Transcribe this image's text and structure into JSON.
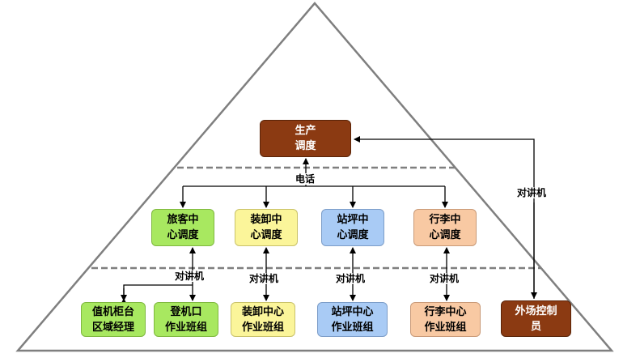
{
  "top": {
    "dispatch_line1": "生产",
    "dispatch_line2": "调度"
  },
  "middle": {
    "passenger": {
      "line1": "旅客中",
      "line2": "心调度"
    },
    "loading": {
      "line1": "装卸中",
      "line2": "心调度"
    },
    "apron": {
      "line1": "站坪中",
      "line2": "心调度"
    },
    "baggage": {
      "line1": "行李中",
      "line2": "心调度"
    }
  },
  "bottom": {
    "counter": {
      "line1": "值机柜台",
      "line2": "区域经理"
    },
    "gate": {
      "line1": "登机口",
      "line2": "作业班组"
    },
    "loading": {
      "line1": "装卸中心",
      "line2": "作业班组"
    },
    "apron": {
      "line1": "站坪中心",
      "line2": "作业班组"
    },
    "baggage": {
      "line1": "行李中心",
      "line2": "作业班组"
    },
    "field_control": {
      "line1": "外场控制",
      "line2": "员"
    }
  },
  "labels": {
    "phone": "电话",
    "intercom": "对讲机"
  },
  "colors": {
    "brown": "#8b3a12",
    "green": "#a8e860",
    "yellow": "#fbf59a",
    "blue": "#a9cbf5",
    "peach": "#f8c9a3"
  }
}
